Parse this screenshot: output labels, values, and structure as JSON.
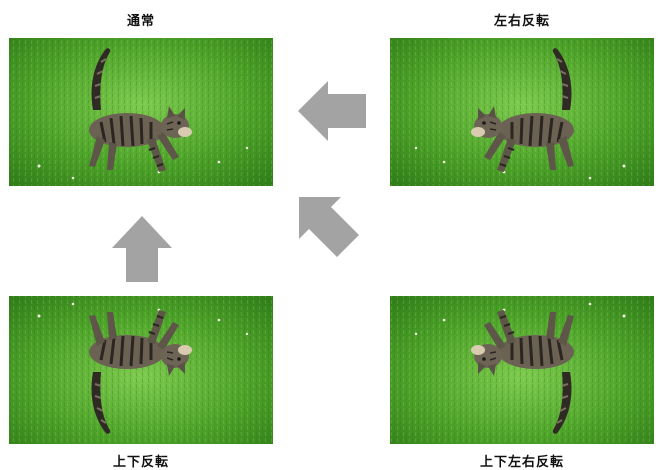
{
  "panels": {
    "normal": {
      "label": "通常",
      "transform": "none"
    },
    "flip_h": {
      "label": "左右反転",
      "transform": "horizontal"
    },
    "flip_v": {
      "label": "上下反転",
      "transform": "vertical"
    },
    "flip_hv": {
      "label": "上下左右反転",
      "transform": "both"
    }
  },
  "arrows": [
    {
      "from": "flip_h",
      "to": "normal",
      "direction": "left"
    },
    {
      "from": "flip_hv",
      "to": "normal",
      "direction": "up-left"
    },
    {
      "from": "flip_v",
      "to": "normal",
      "direction": "up"
    }
  ],
  "colors": {
    "grass_dark": "#2f7a1c",
    "grass_light": "#6cc243",
    "arrow": "#a3a3a3",
    "cat_body": "#6b6254",
    "cat_stripe": "#2b2620"
  }
}
